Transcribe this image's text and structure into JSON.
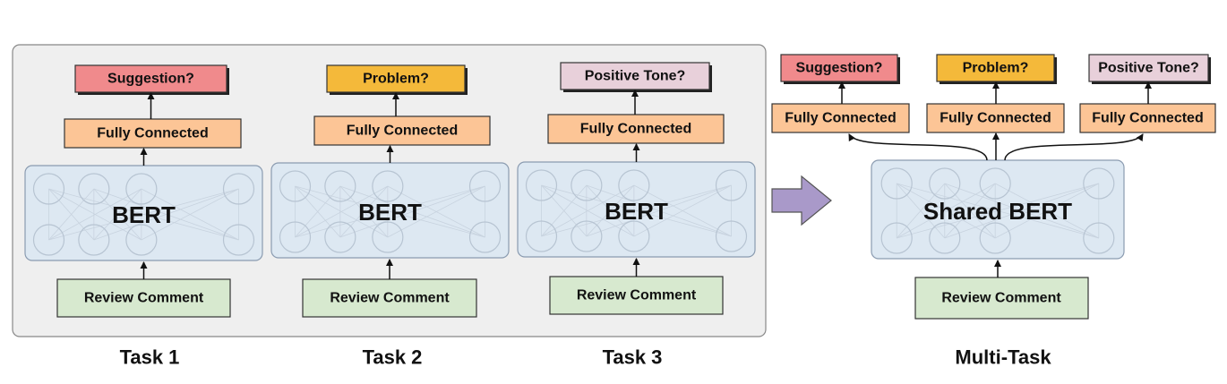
{
  "single_task": {
    "tasks": [
      {
        "caption": "Task 1",
        "output": "Suggestion?",
        "output_color": "#f08a8c",
        "fc": "Fully Connected",
        "encoder": "BERT",
        "input": "Review Comment"
      },
      {
        "caption": "Task 2",
        "output": "Problem?",
        "output_color": "#f4b93a",
        "fc": "Fully Connected",
        "encoder": "BERT",
        "input": "Review Comment"
      },
      {
        "caption": "Task 3",
        "output": "Positive Tone?",
        "output_color": "#e8d0da",
        "fc": "Fully Connected",
        "encoder": "BERT",
        "input": "Review Comment"
      }
    ]
  },
  "multi_task": {
    "caption": "Multi-Task",
    "encoder": "Shared BERT",
    "input": "Review Comment",
    "heads": [
      {
        "output": "Suggestion?",
        "output_color": "#f08a8c",
        "fc": "Fully Connected"
      },
      {
        "output": "Problem?",
        "output_color": "#f4b93a",
        "fc": "Fully Connected"
      },
      {
        "output": "Positive Tone?",
        "output_color": "#e8d0da",
        "fc": "Fully Connected"
      }
    ]
  },
  "colors": {
    "fc": "#fcc596",
    "input": "#d7e9cf",
    "encoder": "#dde8f2",
    "panel": "#efefef",
    "transition_arrow": "#a999c9"
  }
}
